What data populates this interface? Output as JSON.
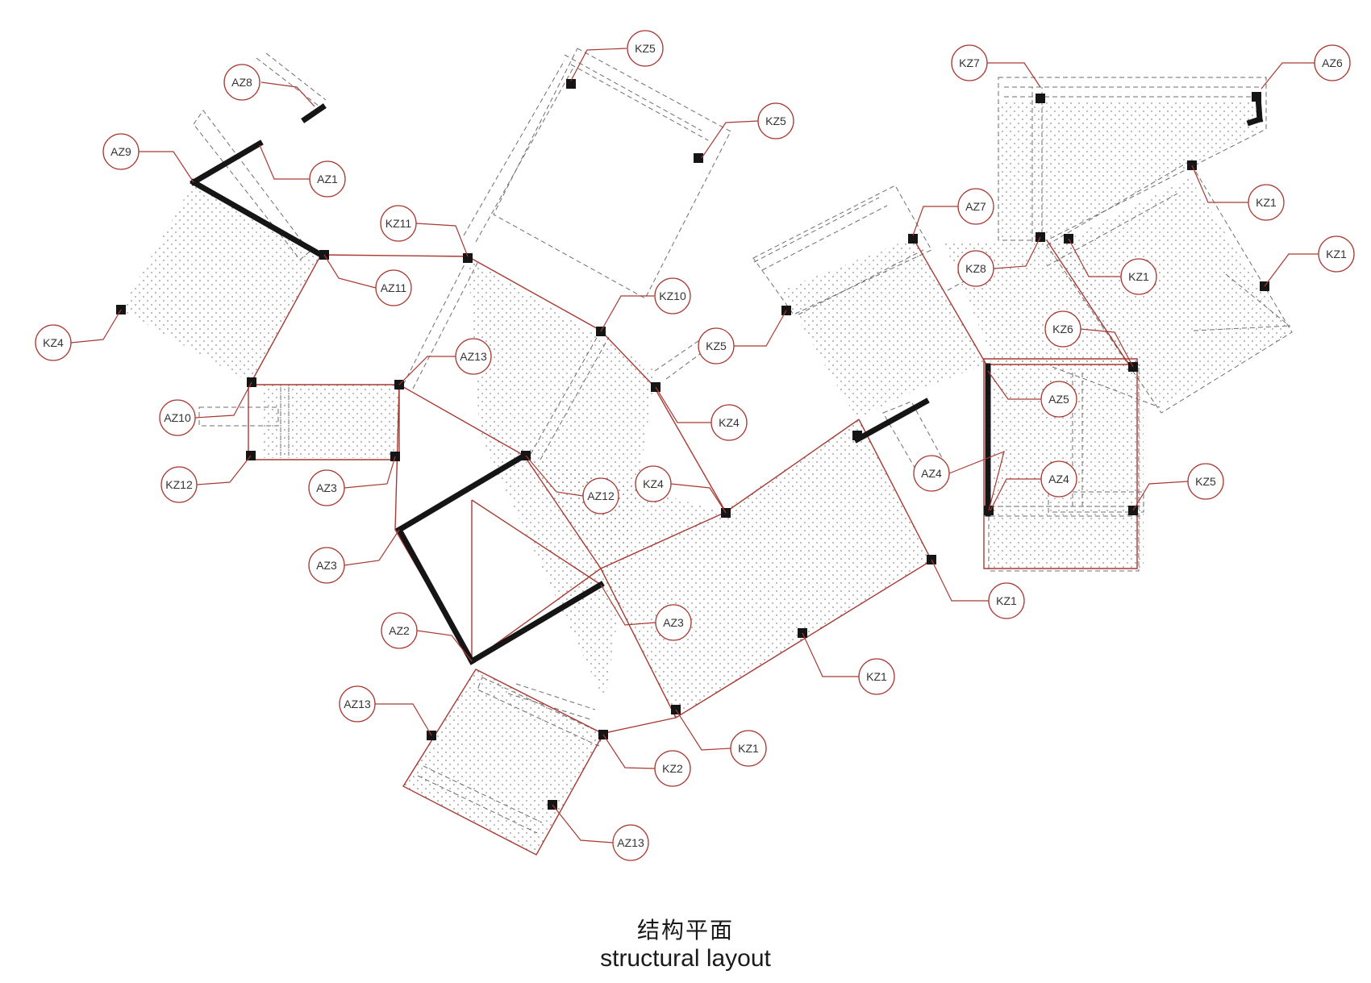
{
  "caption": {
    "title_cn": "结构平面",
    "title_en": "structural layout"
  },
  "colors": {
    "annotation": "#a83a32",
    "wall": "#151515",
    "dashed_outline": "#6e6e6e",
    "slab_dots": "#8a8a8a"
  },
  "labels": [
    "KZ5",
    "AZ8",
    "AZ9",
    "AZ1",
    "KZ5",
    "KZ7",
    "AZ6",
    "AZ7",
    "KZ1",
    "KZ1",
    "KZ8",
    "KZ1",
    "KZ11",
    "AZ11",
    "KZ10",
    "KZ4",
    "KZ5",
    "KZ6",
    "AZ13",
    "AZ5",
    "AZ10",
    "KZ4",
    "AZ4",
    "AZ4",
    "KZ5",
    "KZ12",
    "AZ3",
    "AZ12",
    "KZ4",
    "AZ3",
    "KZ1",
    "AZ2",
    "AZ3",
    "KZ1",
    "AZ13",
    "KZ1",
    "KZ2",
    "AZ13"
  ]
}
